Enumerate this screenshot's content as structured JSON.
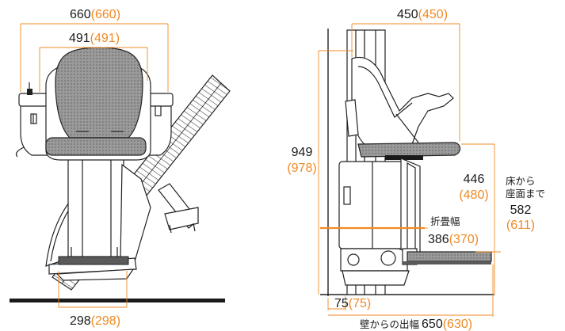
{
  "colors": {
    "accent": "#f08a24",
    "outline": "#222222",
    "seat_gray": "#8a8a8a",
    "footrest_dark": "#5a5a5a"
  },
  "front_view": {
    "overall_width": {
      "value": "660",
      "alt": "(660)"
    },
    "seat_width": {
      "value": "491",
      "alt": "(491)"
    },
    "base_width": {
      "value": "298",
      "alt": "(298)"
    }
  },
  "side_view": {
    "depth": {
      "value": "450",
      "alt": "(450)"
    },
    "total_height": {
      "value": "949",
      "alt": "(978)"
    },
    "seat_height": {
      "value": "446",
      "alt": "(480)"
    },
    "floor_to_seat": {
      "label_line1": "床から",
      "label_line2": "座面まで",
      "value": "582",
      "alt": "(611)"
    },
    "folded_width": {
      "label": "折畳幅",
      "value": "386",
      "alt": "(370)"
    },
    "wall_gap": {
      "value": "75",
      "alt": "(75)"
    },
    "wall_protrusion": {
      "label": "壁からの出幅",
      "value": "650",
      "alt": "(630)"
    }
  }
}
